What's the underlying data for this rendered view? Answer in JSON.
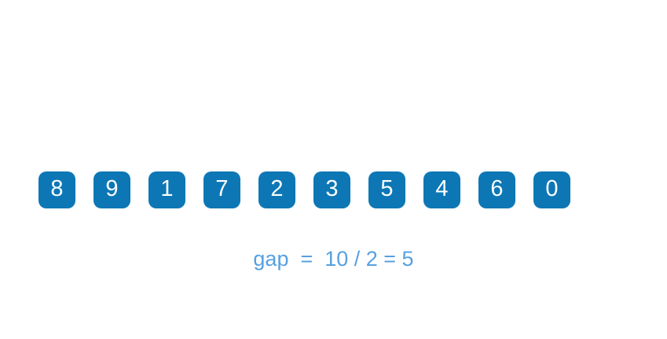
{
  "colors": {
    "background": "#ffffff",
    "box_fill": "#0d77b5",
    "box_text": "#ffffff",
    "gap_text": "#57a0e0"
  },
  "array": {
    "values": [
      "8",
      "9",
      "1",
      "7",
      "2",
      "3",
      "5",
      "4",
      "6",
      "0"
    ]
  },
  "gap_label": {
    "text": "gap  =  10 / 2 = 5"
  }
}
